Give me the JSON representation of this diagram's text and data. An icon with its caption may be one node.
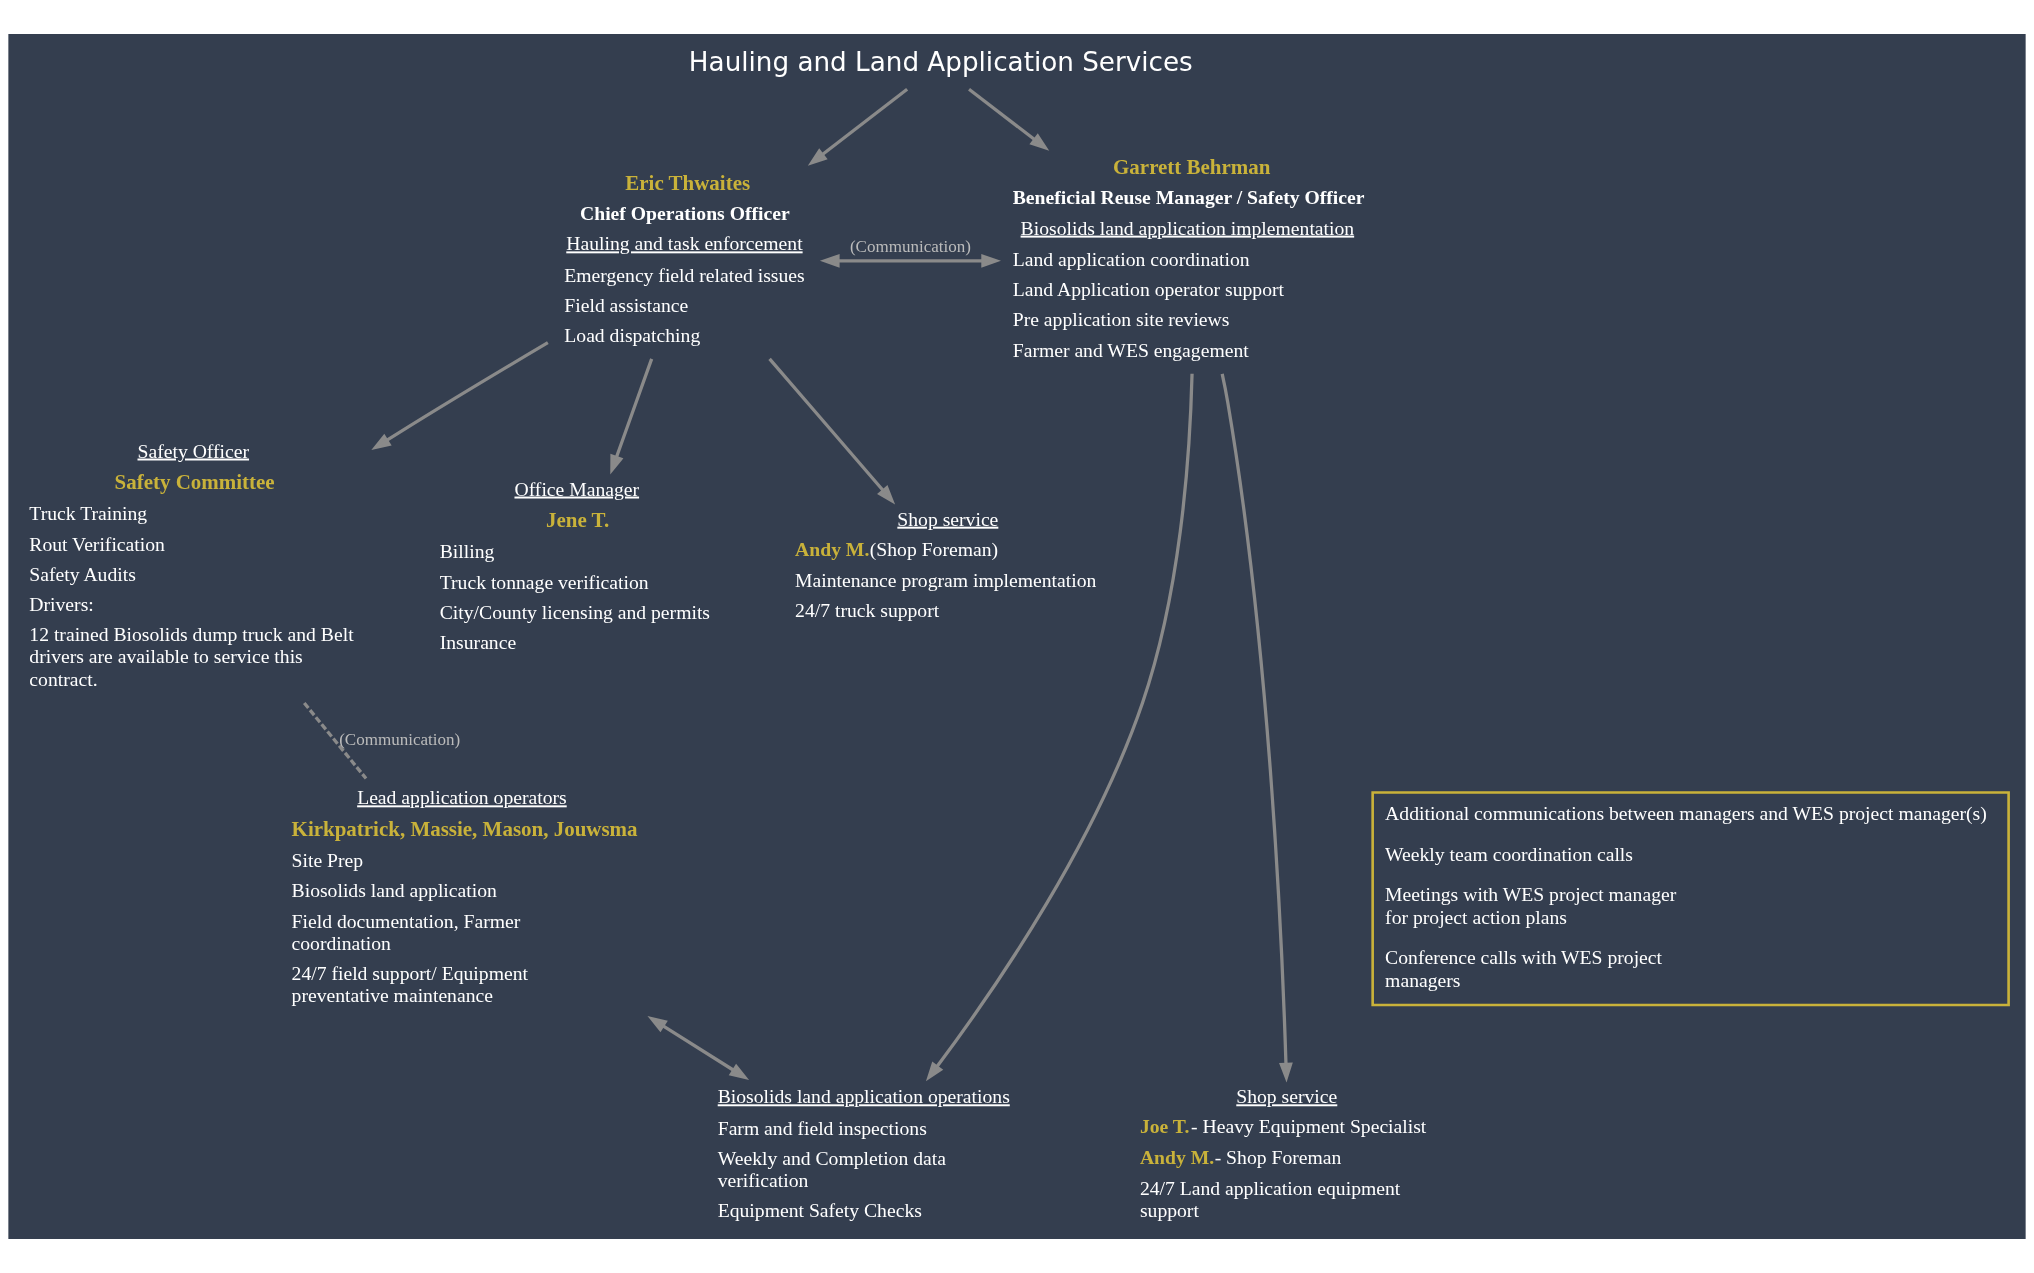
{
  "diagram": {
    "nodes": [
      {
        "text": [
          "Hauling and Land Application Services"
        ]
      },
      {
        "text": [
          "Eric Thwaites",
          "Chief Operations Officer",
          "Hauling and task enforcement",
          "Emergency field related issues",
          "Field assistance",
          "Load dispatching"
        ]
      },
      {
        "text": [
          "Garrett Behrman",
          "Beneficial Reuse Manager / Safety Officer",
          "Biosolids land application implementation",
          "Land application coordination",
          "Land Application operator support",
          "Pre application site reviews",
          "Farmer and WES engagement"
        ]
      },
      {
        "text": [
          "Office Manager",
          "Jene T.",
          "Billing",
          "Truck tonnage verification",
          "City/County licensing and permits",
          "Insurance"
        ]
      },
      {
        "text": [
          "Shop service",
          "Andy M.",
          "(Shop Foreman)",
          "Maintenance program implementation",
          "24/7 truck support"
        ]
      },
      {
        "text": [
          "Safety Officer",
          "Safety Committee",
          "Truck Training",
          "Rout Verification",
          "Safety Audits",
          "Drivers:",
          "12 trained Biosolids dump truck and Belt drivers are available to service this contract."
        ]
      },
      {
        "text": [
          "Shop service",
          "Joe T.",
          "- Heavy Equipment Specialist",
          "Andy M.",
          "- Shop Foreman",
          "24/7 Land application equipment support"
        ]
      },
      {
        "text": [
          "Biosolids land application operations",
          "Farm and field inspections",
          "Weekly and Completion data verification",
          "Equipment Safety Checks"
        ]
      },
      {
        "text": [
          "Lead application operators",
          "Kirkpatrick, Massie, Mason, Jouwsma",
          "Site Prep",
          "Biosolids land application",
          "Field documentation, Farmer coordination",
          "24/7 field support/ Equipment preventative maintenance"
        ]
      },
      {
        "text": [
          "Additional communications between managers and WES project manager(s)",
          "Weekly team coordination calls",
          "Meetings with WES project manager for project action plans",
          "Conference calls with WES project managers"
        ]
      }
    ],
    "edges": [
      {
        "from": 0,
        "to": 1,
        "arrow": "to"
      },
      {
        "from": 0,
        "to": 2,
        "arrow": "to"
      },
      {
        "from": 1,
        "to": 2,
        "arrow": "both",
        "label": "(Communication)"
      },
      {
        "from": 1,
        "to": 3,
        "arrow": "to"
      },
      {
        "from": 1,
        "to": 4,
        "arrow": "to"
      },
      {
        "from": 1,
        "to": 5,
        "arrow": "to"
      },
      {
        "from": 2,
        "to": 6,
        "arrow": "to"
      },
      {
        "from": 2,
        "to": 7,
        "arrow": "to"
      },
      {
        "from": 5,
        "to": 8,
        "arrow": "none",
        "style": "dashed",
        "label": "(Communication)"
      },
      {
        "from": 8,
        "to": 7,
        "arrow": "both"
      }
    ]
  }
}
